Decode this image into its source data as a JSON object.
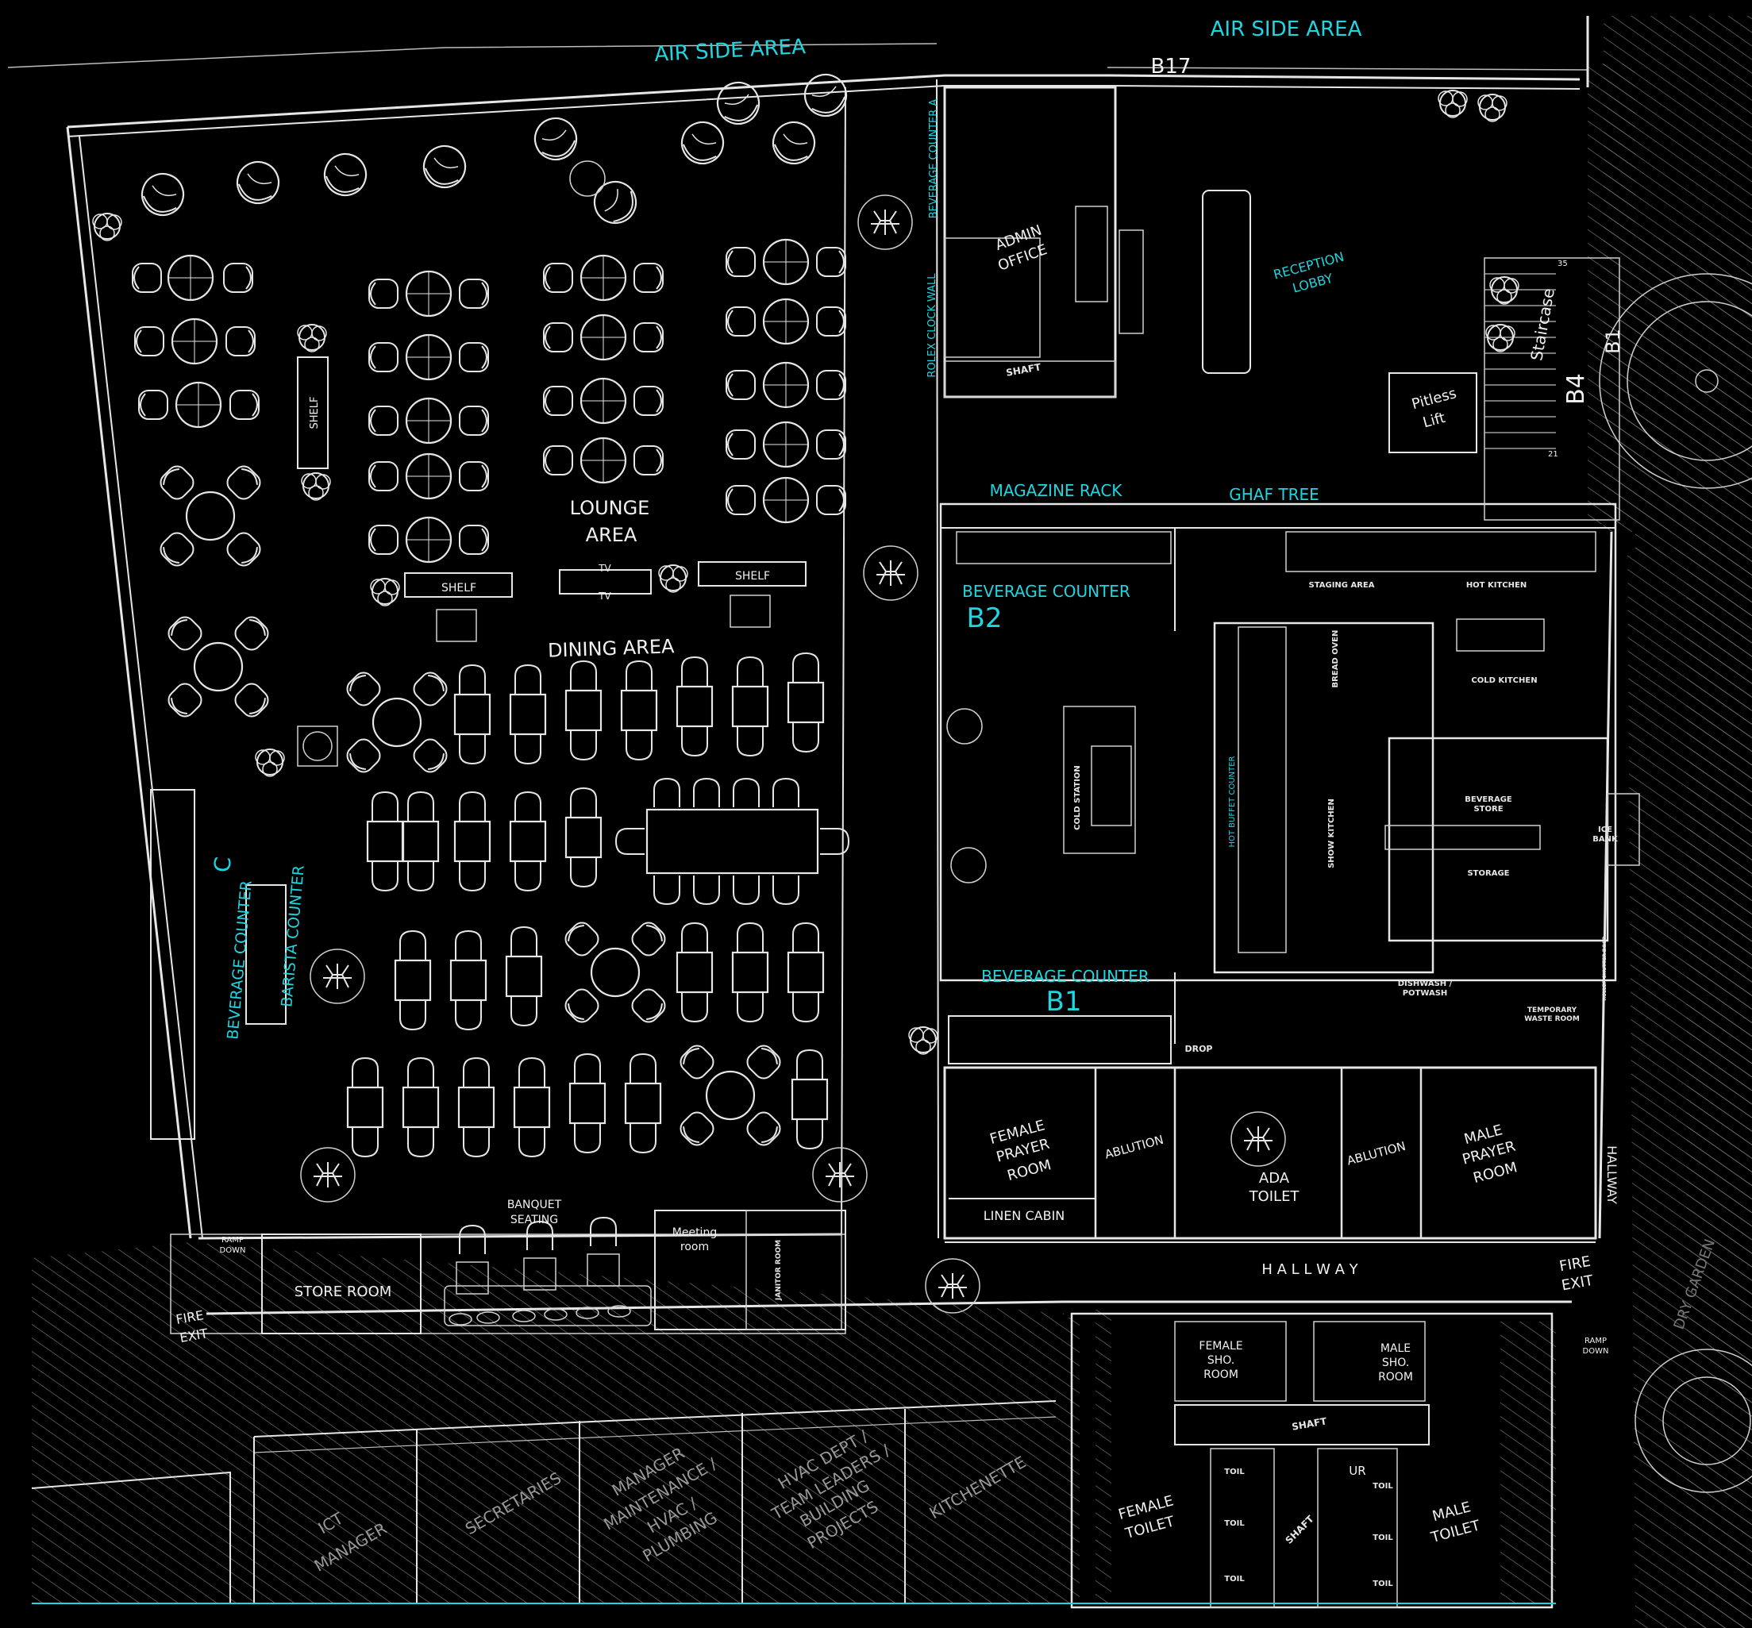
{
  "labels": {
    "air_side_left": "AIR SIDE AREA",
    "air_side_right": "AIR SIDE AREA",
    "b17": "B17",
    "bev_counter_a": "BEVERAGE COUNTER A",
    "rolex_wall": "ROLEX CLOCK WALL",
    "admin_office": [
      "ADMIN",
      "OFFICE"
    ],
    "reception": [
      "RECEPTION",
      "LOBBY"
    ],
    "staircase": "Staircase",
    "b1_right": "B1",
    "b4": "B4",
    "stair_num_top": "35",
    "stair_num_bottom": "21",
    "pitless_lift": [
      "Pitless",
      "Lift"
    ],
    "magazine_rack": "MAGAZINE RACK",
    "ghaf_tree": "GHAF TREE",
    "shelf_vertical": "SHELF",
    "shelf": "SHELF",
    "tv": "TV",
    "lounge_area": [
      "LOUNGE",
      "AREA"
    ],
    "dining_area": "DINING AREA",
    "bev_counter_b2": "BEVERAGE COUNTER",
    "b2": "B2",
    "staging_area": "STAGING AREA",
    "hot_kitchen": "HOT KITCHEN",
    "cold_kitchen": "COLD KITCHEN",
    "bread_oven": "BREAD OVEN",
    "cold_station": "COLD STATION",
    "hot_buffet": "HOT BUFFET COUNTER",
    "show_kitchen": "SHOW KITCHEN",
    "beverage_store": [
      "BEVERAGE",
      "STORE"
    ],
    "storage": "STORAGE",
    "ice_bank": [
      "ICE",
      "BANK"
    ],
    "roller_shutter": "ROLLER SHUTTER DOOR",
    "bev_counter_c": "BEVERAGE COUNTER",
    "c": "C",
    "barista": "BARISTA COUNTER",
    "bev_counter_b1": "BEVERAGE COUNTER",
    "b1": "B1",
    "dishwash": [
      "DISHWASH /",
      "POTWASH"
    ],
    "temp_waste": [
      "TEMPORARY",
      "WASTE ROOM"
    ],
    "drop": "DROP",
    "female_prayer": [
      "FEMALE",
      "PRAYER",
      "ROOM"
    ],
    "ablution_left": "ABLUTION",
    "ada_toilet": [
      "ADA",
      "TOILET"
    ],
    "ablution_right": "ABLUTION",
    "male_prayer": [
      "MALE",
      "PRAYER",
      "ROOM"
    ],
    "linen_cabin": "LINEN CABIN",
    "hallway_h": "H A L L W A Y",
    "hallway_v": "HALLWAY",
    "fire_exit_right": [
      "FIRE",
      "EXIT"
    ],
    "fire_exit_left": [
      "FIRE",
      "EXIT"
    ],
    "ramp_down_left": [
      "RAMP",
      "DOWN"
    ],
    "ramp_down_right": [
      "RAMP",
      "DOWN"
    ],
    "store_room": "STORE ROOM",
    "banquet": [
      "BANQUET",
      "SEATING"
    ],
    "meeting_room": [
      "Meeting",
      "room"
    ],
    "janitor": "JANITOR ROOM",
    "female_sho_room": [
      "FEMALE",
      "SHO.",
      "ROOM"
    ],
    "male_sho_room": [
      "MALE",
      "SHO.",
      "ROOM"
    ],
    "shaft": "SHAFT",
    "female_toilet": [
      "FEMALE",
      "TOILET"
    ],
    "male_toilet": [
      "MALE",
      "TOILET"
    ],
    "toil": "TOIL",
    "ur": "UR",
    "dry_garden": "DRY GARDEN",
    "ict_manager": [
      "ICT",
      "MANAGER"
    ],
    "secretaries": "SECRETARIES",
    "manager_maint": [
      "MANAGER",
      "MAINTENANCE /",
      "HVAC /",
      "PLUMBING"
    ],
    "hvac_dept": [
      "HVAC DEPT /",
      "TEAM LEADERS /",
      "BUILDING",
      "PROJECTS"
    ],
    "kitchenette": "KITCHENETTE"
  },
  "colors": {
    "accent": "#1fd5e0",
    "line": "#e6e6e6",
    "background": "#000000"
  }
}
